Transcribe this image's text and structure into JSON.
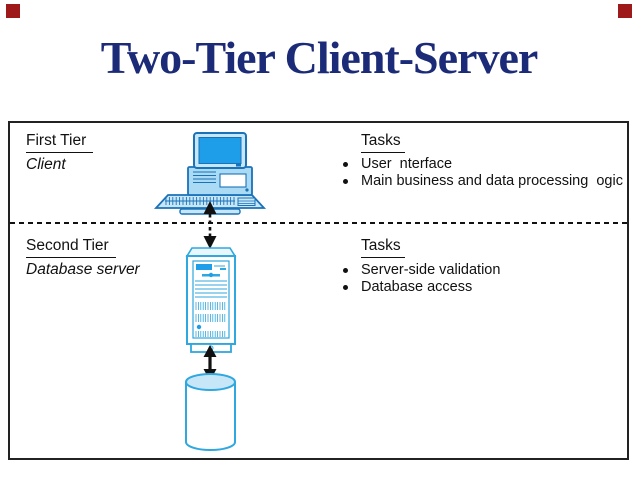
{
  "colors": {
    "corner-red": "#9e1a1a",
    "title-navy": "#1b2b78",
    "ink": "#111111",
    "frame-line": "#222222",
    "outline-blue": "#1a72b8",
    "fill-light": "#c7e7f9",
    "fill-mid": "#abdaf4",
    "screen-blue": "#1e9ee9",
    "server-blue": "#2fa7df",
    "server-tint": "#eaf6fd"
  },
  "title": {
    "text": "Two-Tier Client-Server"
  },
  "tiers": [
    {
      "name": "First Tier",
      "role": "Client",
      "tasks_heading": "Tasks",
      "tasks": [
        "User  nterface",
        "Main business and data processing  ogic"
      ],
      "icon": "desktop-computer"
    },
    {
      "name": "Second Tier",
      "role": "Database server",
      "tasks_heading": "Tasks",
      "tasks": [
        "Server-side validation",
        "Database access"
      ],
      "icon": "server-tower"
    }
  ],
  "storage": {
    "icon": "database-cylinder"
  }
}
